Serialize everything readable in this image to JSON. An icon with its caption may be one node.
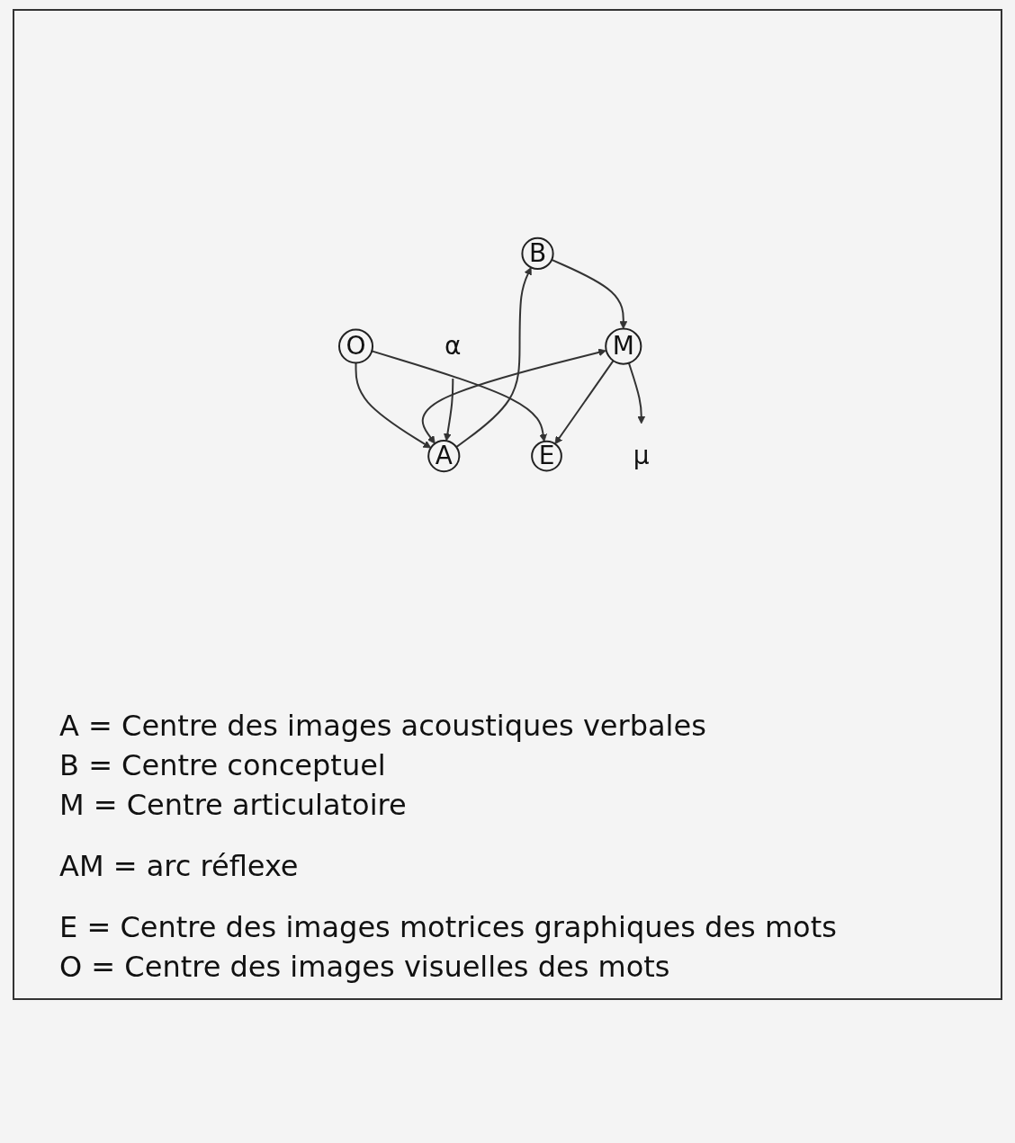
{
  "diagram": {
    "nodes": [
      {
        "text": [
          "B"
        ]
      },
      {
        "text": [
          "O"
        ]
      },
      {
        "text": [
          "M"
        ]
      },
      {
        "text": [
          "A"
        ]
      },
      {
        "text": [
          "E"
        ]
      },
      {
        "text": [
          "μ"
        ]
      },
      {
        "text": [
          "α"
        ]
      }
    ],
    "edges": [
      {
        "from": 0,
        "to": 2,
        "arrow": "to"
      },
      {
        "from": 3,
        "to": 0,
        "arrow": "to"
      },
      {
        "from": 1,
        "to": 3,
        "arrow": "to"
      },
      {
        "from": 1,
        "to": 4,
        "arrow": "to"
      },
      {
        "from": 2,
        "to": 3,
        "arrow": "both"
      },
      {
        "from": 2,
        "to": 4,
        "arrow": "to"
      },
      {
        "from": 2,
        "to": 5,
        "arrow": "to"
      },
      {
        "from": 6,
        "to": 3,
        "arrow": "to"
      }
    ],
    "labels": [
      "A = Centre des images acoustiques verbales",
      "B = Centre conceptuel",
      "M = Centre articulatoire",
      "AM = arc réflexe",
      "E = Centre des images motrices graphiques des mots",
      "O = Centre des images visuelles des mots"
    ]
  }
}
